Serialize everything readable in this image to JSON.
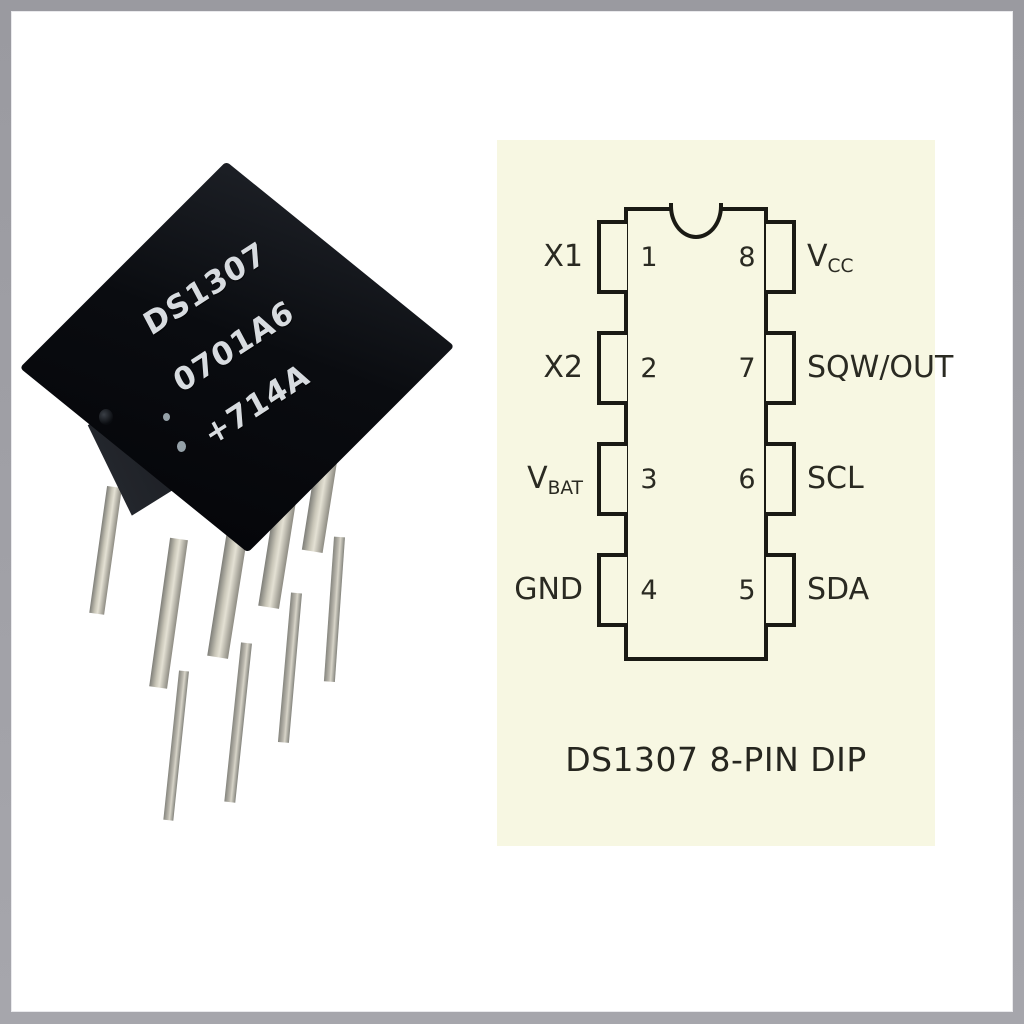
{
  "frame": {
    "border_color": "#a0a0a6",
    "canvas_color": "#ffffff"
  },
  "photo": {
    "alt": "DS1307 8-pin DIP integrated circuit photograph",
    "markings": [
      {
        "text": "DS1307"
      },
      {
        "text": "0701A6"
      },
      {
        "text": "+714A"
      }
    ]
  },
  "diagram": {
    "panel_color": "#f7f7e2",
    "line_color": "#1a1a14",
    "caption": "DS1307  8-PIN DIP",
    "package": "8-PIN DIP",
    "notch": "notch-marker",
    "pins_left": [
      {
        "number": "1",
        "label": "X1",
        "label_sub": ""
      },
      {
        "number": "2",
        "label": "X2",
        "label_sub": ""
      },
      {
        "number": "3",
        "label": "V",
        "label_sub": "BAT"
      },
      {
        "number": "4",
        "label": "GND",
        "label_sub": ""
      }
    ],
    "pins_right": [
      {
        "number": "8",
        "label": "V",
        "label_sub": "CC"
      },
      {
        "number": "7",
        "label": "SQW/OUT",
        "label_sub": ""
      },
      {
        "number": "6",
        "label": "SCL",
        "label_sub": ""
      },
      {
        "number": "5",
        "label": "SDA",
        "label_sub": ""
      }
    ]
  }
}
